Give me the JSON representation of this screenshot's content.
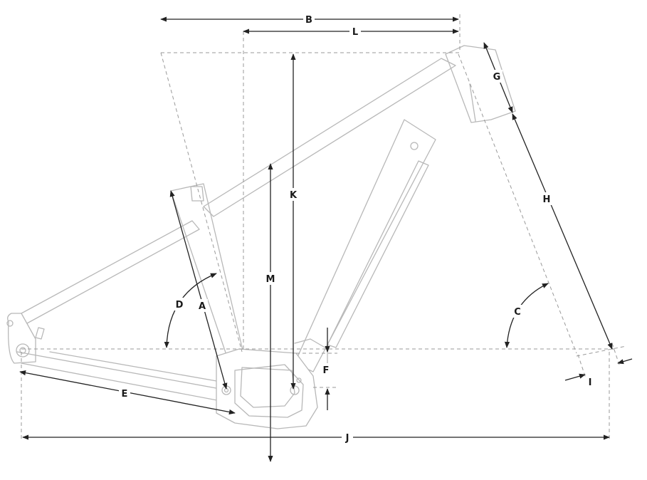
{
  "diagram": {
    "labels": {
      "A": "A",
      "B": "B",
      "C": "C",
      "D": "D",
      "E": "E",
      "F": "F",
      "G": "G",
      "H": "H",
      "I": "I",
      "J": "J",
      "K": "K",
      "L": "L",
      "M": "M"
    },
    "colors": {
      "frame_outline": "#b8b8b8",
      "dimension_line": "#222222",
      "guide_dashed": "#9a9a9a",
      "label_text": "#1a1a1a",
      "background": "#ffffff"
    }
  }
}
